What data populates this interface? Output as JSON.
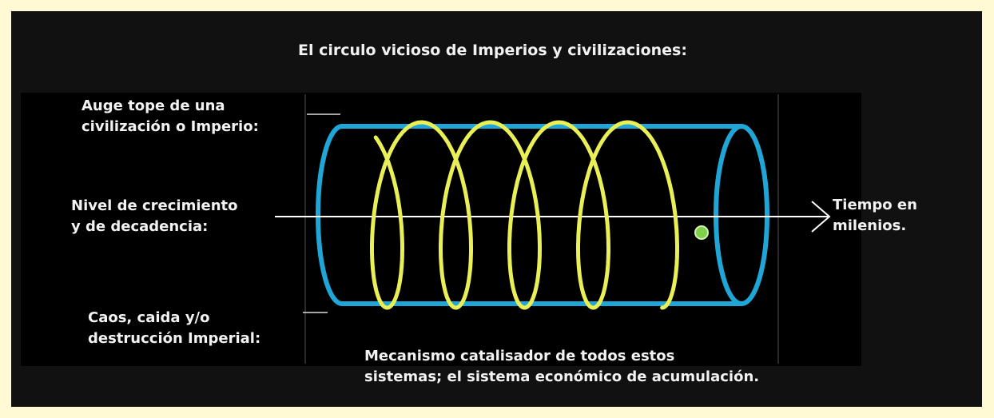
{
  "title": "El circulo vicioso de Imperios y civilizaciones:",
  "labels": {
    "peak_line1": "Auge tope de una",
    "peak_line2": "civilización o Imperio:",
    "level_line1": "Nivel de crecimiento",
    "level_line2": "y de decadencia:",
    "fall_line1": "Caos, caida y/o",
    "fall_line2": "destrucción Imperial:",
    "axis_line1": "Tiempo en",
    "axis_line2": "milenios.",
    "footer_line1": "Mecanismo catalisador de todos estos",
    "footer_line2": "sistemas; el sistema económico de acumulación."
  },
  "colors": {
    "background": "#fff9d4",
    "panel": "#111111",
    "cylinder": "#1fa5d6",
    "spiral": "#e9ef55",
    "axis": "#ffffff",
    "end_marker": "#7cd04a"
  },
  "spiral": {
    "turns": 5
  }
}
